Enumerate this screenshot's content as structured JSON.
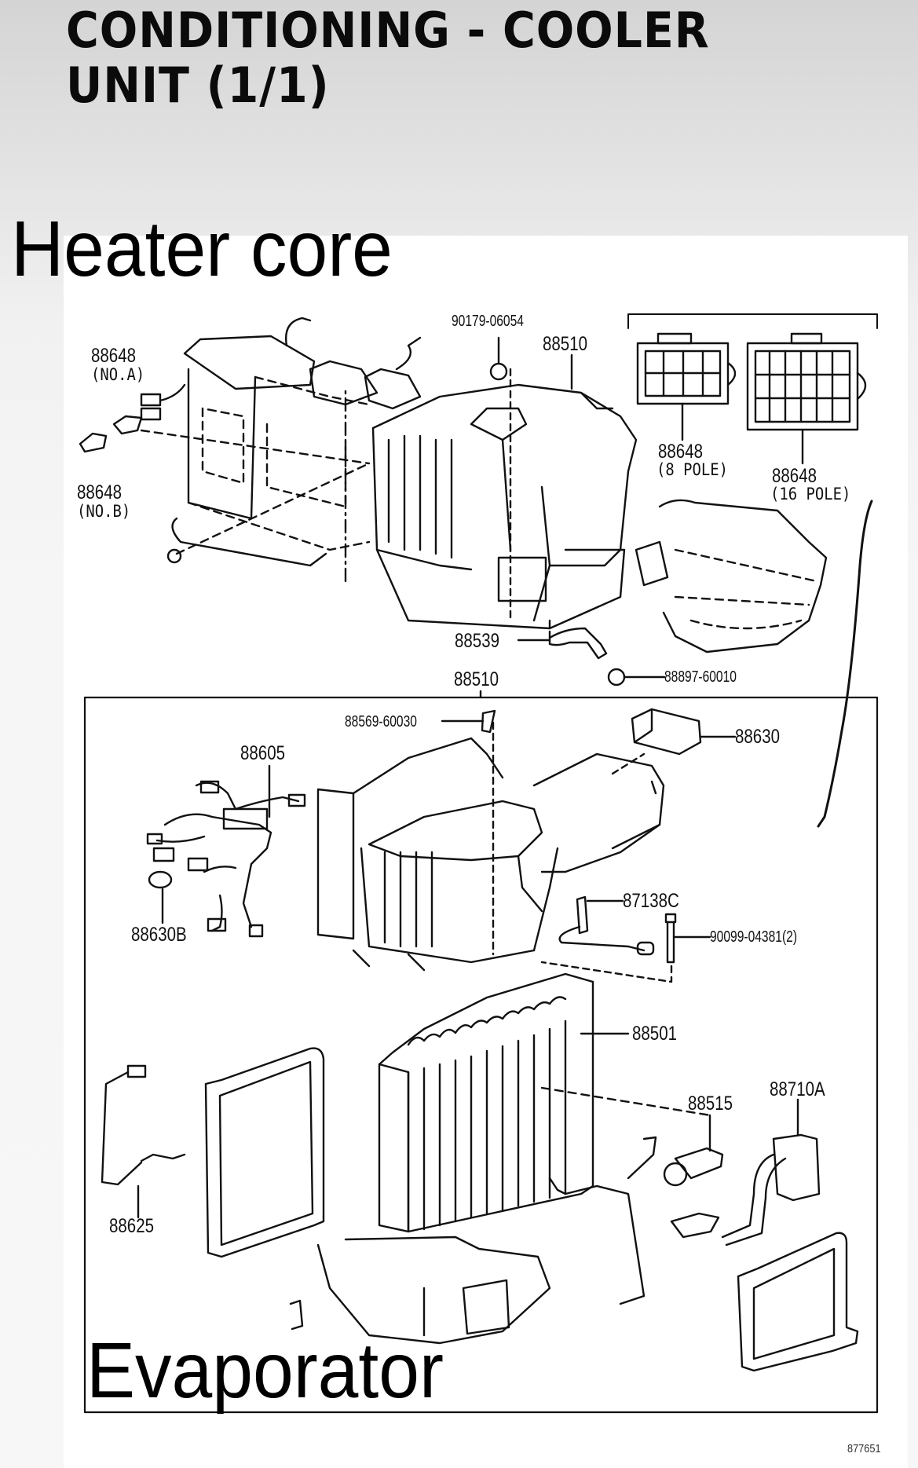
{
  "header": {
    "title_line1": "CONDITIONING - COOLER",
    "title_line2": "UNIT (1/1)"
  },
  "annotations": {
    "heater_core": "Heater core",
    "evaporator": "Evaporator"
  },
  "parts": {
    "p88648_no_a": {
      "number": "88648",
      "note": "(NO.A)"
    },
    "p88648_no_b": {
      "number": "88648",
      "note": "(NO.B)"
    },
    "p90179_06054": {
      "number": "90179-06054"
    },
    "p88510_top": {
      "number": "88510"
    },
    "p88648_8pole": {
      "number": "88648",
      "note": "(8 POLE)"
    },
    "p88648_16pole": {
      "number": "88648",
      "note": "(16 POLE)"
    },
    "p88539": {
      "number": "88539"
    },
    "p88897_60010": {
      "number": "88897-60010"
    },
    "p88510_box": {
      "number": "88510"
    },
    "p88569_60030": {
      "number": "88569-60030"
    },
    "p88630": {
      "number": "88630"
    },
    "p88605": {
      "number": "88605"
    },
    "p88630b": {
      "number": "88630B"
    },
    "p87138c": {
      "number": "87138C"
    },
    "p90099_04381": {
      "number": "90099-04381(2)"
    },
    "p88501": {
      "number": "88501"
    },
    "p88515": {
      "number": "88515"
    },
    "p88710a": {
      "number": "88710A"
    },
    "p88625": {
      "number": "88625"
    }
  },
  "figure_id": "877651",
  "colors": {
    "ink": "#111111",
    "page": "#ffffff",
    "background": "#f2f2f2"
  }
}
